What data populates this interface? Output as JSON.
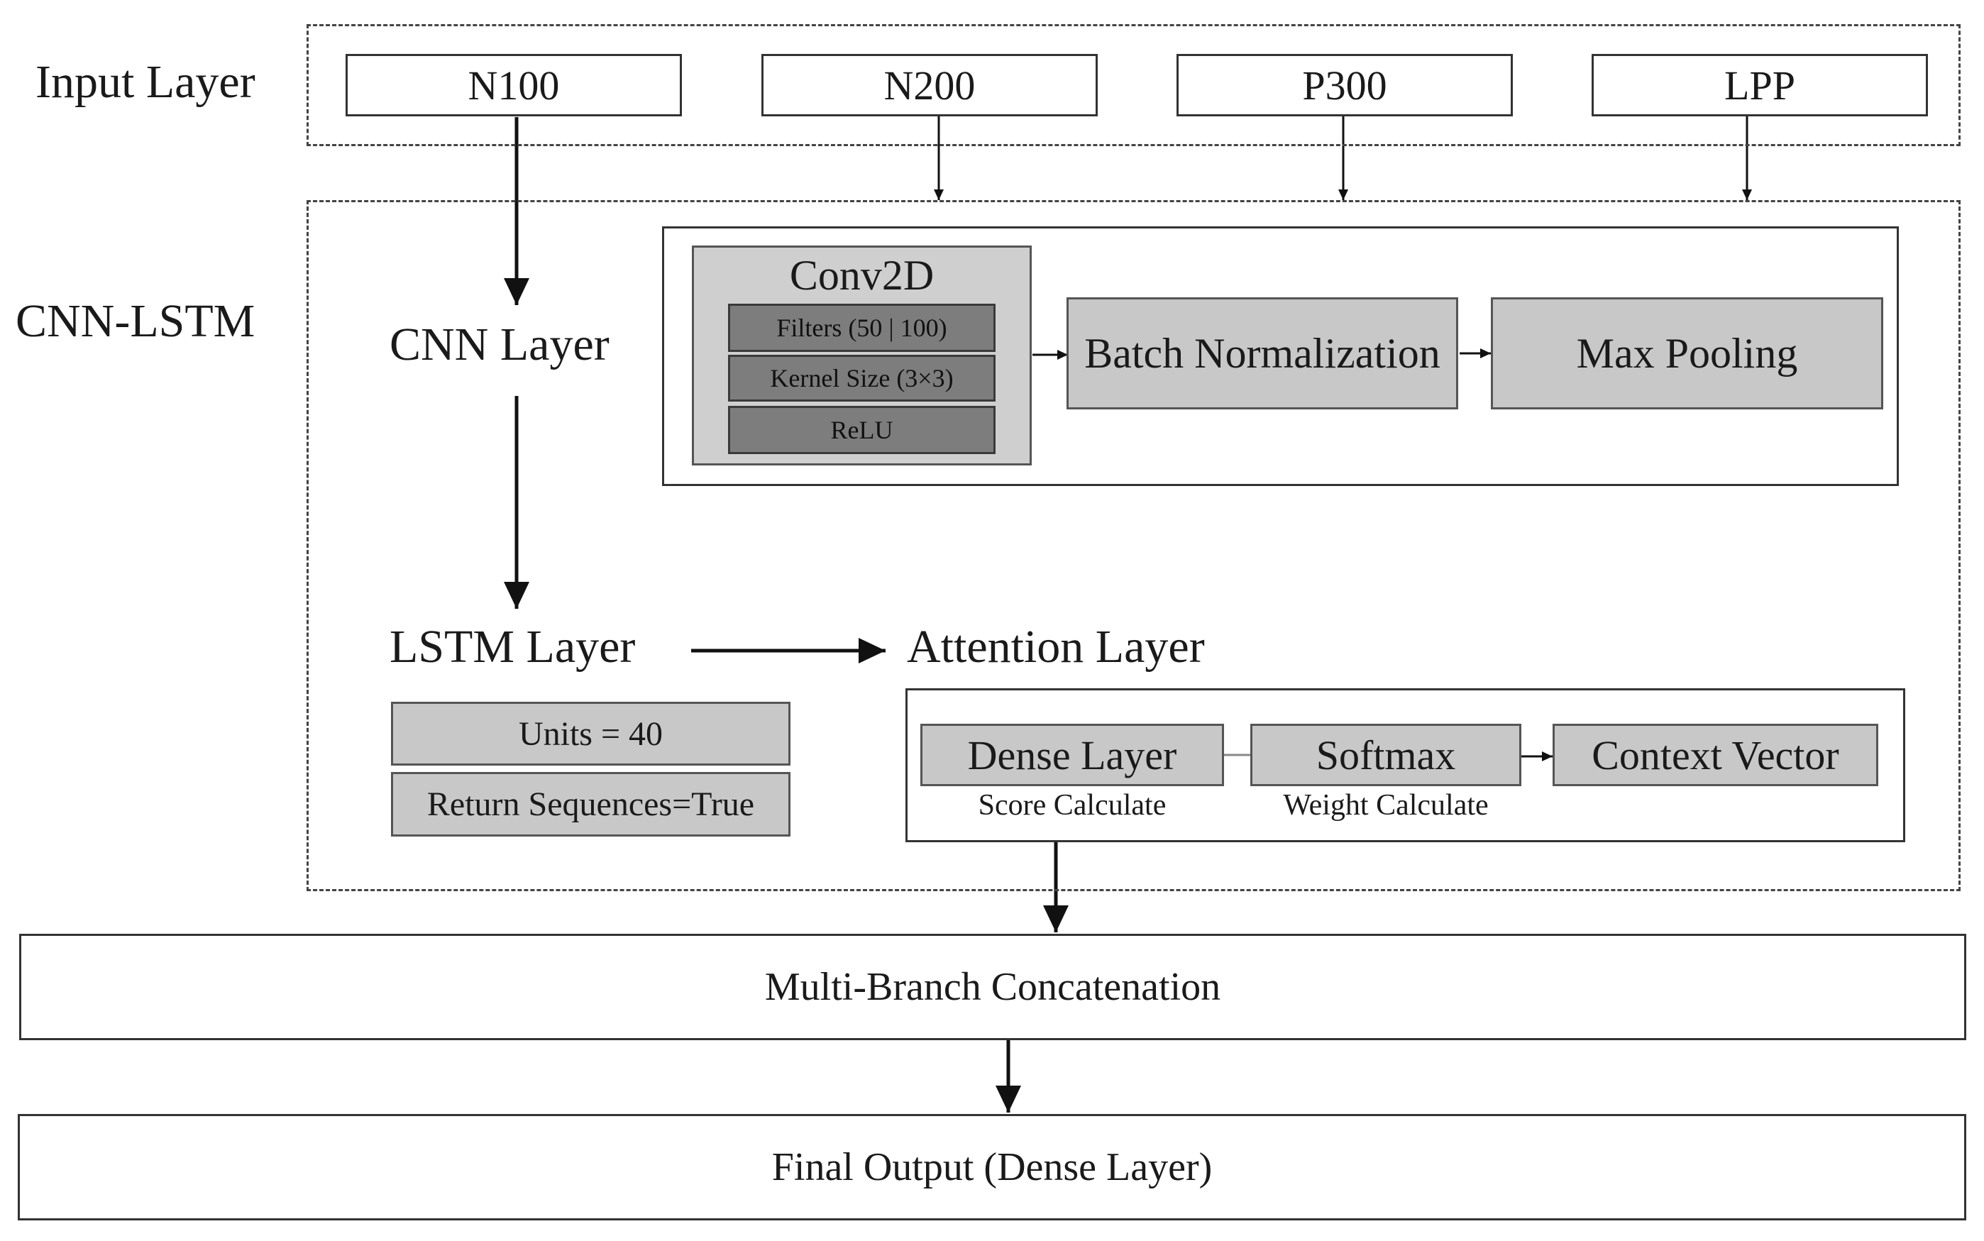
{
  "sections": {
    "input_label": "Input Layer",
    "cnn_lstm_label": "CNN-LSTM"
  },
  "inputs": [
    "N100",
    "N200",
    "P300",
    "LPP"
  ],
  "cnn": {
    "label": "CNN Layer",
    "conv2d": {
      "title": "Conv2D",
      "params": [
        "Filters (50 | 100)",
        "Kernel Size (3×3)",
        "ReLU"
      ]
    },
    "batch_norm": "Batch Normalization",
    "max_pool": "Max Pooling"
  },
  "lstm": {
    "label": "LSTM Layer",
    "units": "Units = 40",
    "return_seq": "Return Sequences=True"
  },
  "attention": {
    "label": "Attention Layer",
    "dense": "Dense Layer",
    "dense_caption": "Score Calculate",
    "softmax": "Softmax",
    "softmax_caption": "Weight Calculate",
    "context": "Context Vector"
  },
  "concat": "Multi-Branch Concatenation",
  "output": "Final Output (Dense Layer)"
}
